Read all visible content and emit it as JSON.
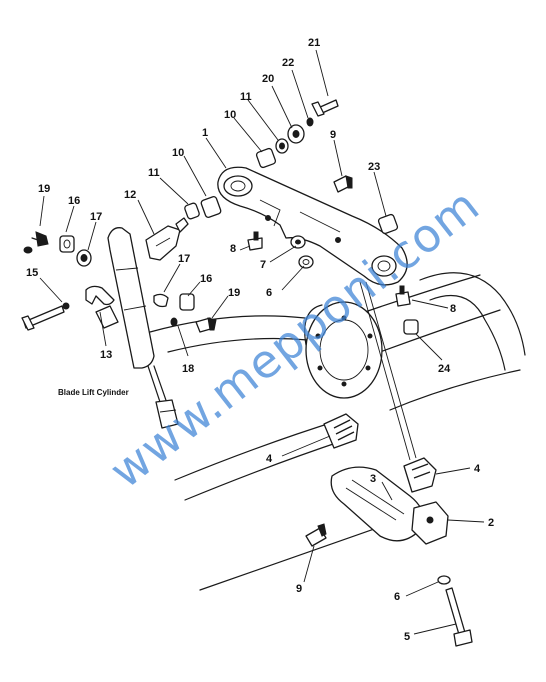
{
  "caption": "Blade Lift Cylinder",
  "watermark": "www.mepponi.com",
  "labels": [
    "21",
    "22",
    "20",
    "11",
    "10",
    "9",
    "1",
    "10",
    "11",
    "23",
    "19",
    "16",
    "17",
    "12",
    "8",
    "7",
    "6",
    "8",
    "15",
    "17",
    "16",
    "19",
    "13",
    "18",
    "24",
    "4",
    "4",
    "3",
    "2",
    "9",
    "6",
    "5"
  ],
  "colors": {
    "ink": "#1a1a1a",
    "watermark": "#3b82d6",
    "background": "#ffffff"
  }
}
